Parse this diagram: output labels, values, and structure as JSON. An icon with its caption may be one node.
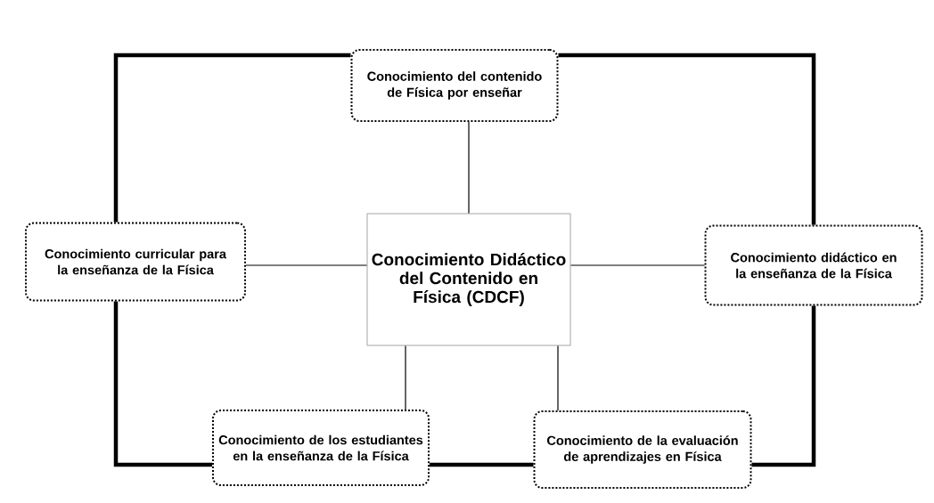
{
  "diagram": {
    "nodes": [
      {
        "text": [
          "Conocimiento Didáctico del Contenido en Física (CDCF)"
        ]
      },
      {
        "text": [
          "Conocimiento del contenido de Física por enseñar"
        ]
      },
      {
        "text": [
          "Conocimiento curricular para la enseñanza de la Física"
        ]
      },
      {
        "text": [
          "Conocimiento didáctico en la enseñanza de la Física"
        ]
      },
      {
        "text": [
          "Conocimiento de los estudiantes en la enseñanza de la Física"
        ]
      },
      {
        "text": [
          "Conocimiento de la evaluación de aprendizajes en Física"
        ]
      }
    ],
    "edges": [
      {
        "from": 0,
        "to": 1,
        "arrow": "none"
      },
      {
        "from": 0,
        "to": 2,
        "arrow": "none"
      },
      {
        "from": 0,
        "to": 3,
        "arrow": "none"
      },
      {
        "from": 0,
        "to": 4,
        "arrow": "none"
      },
      {
        "from": 0,
        "to": 5,
        "arrow": "none"
      },
      {
        "from": 1,
        "to": 2,
        "arrow": "none",
        "style": "thick"
      },
      {
        "from": 1,
        "to": 3,
        "arrow": "none",
        "style": "thick"
      },
      {
        "from": 2,
        "to": 4,
        "arrow": "none",
        "style": "thick"
      },
      {
        "from": 4,
        "to": 5,
        "arrow": "none",
        "style": "thick"
      },
      {
        "from": 5,
        "to": 3,
        "arrow": "none",
        "style": "thick"
      }
    ]
  }
}
